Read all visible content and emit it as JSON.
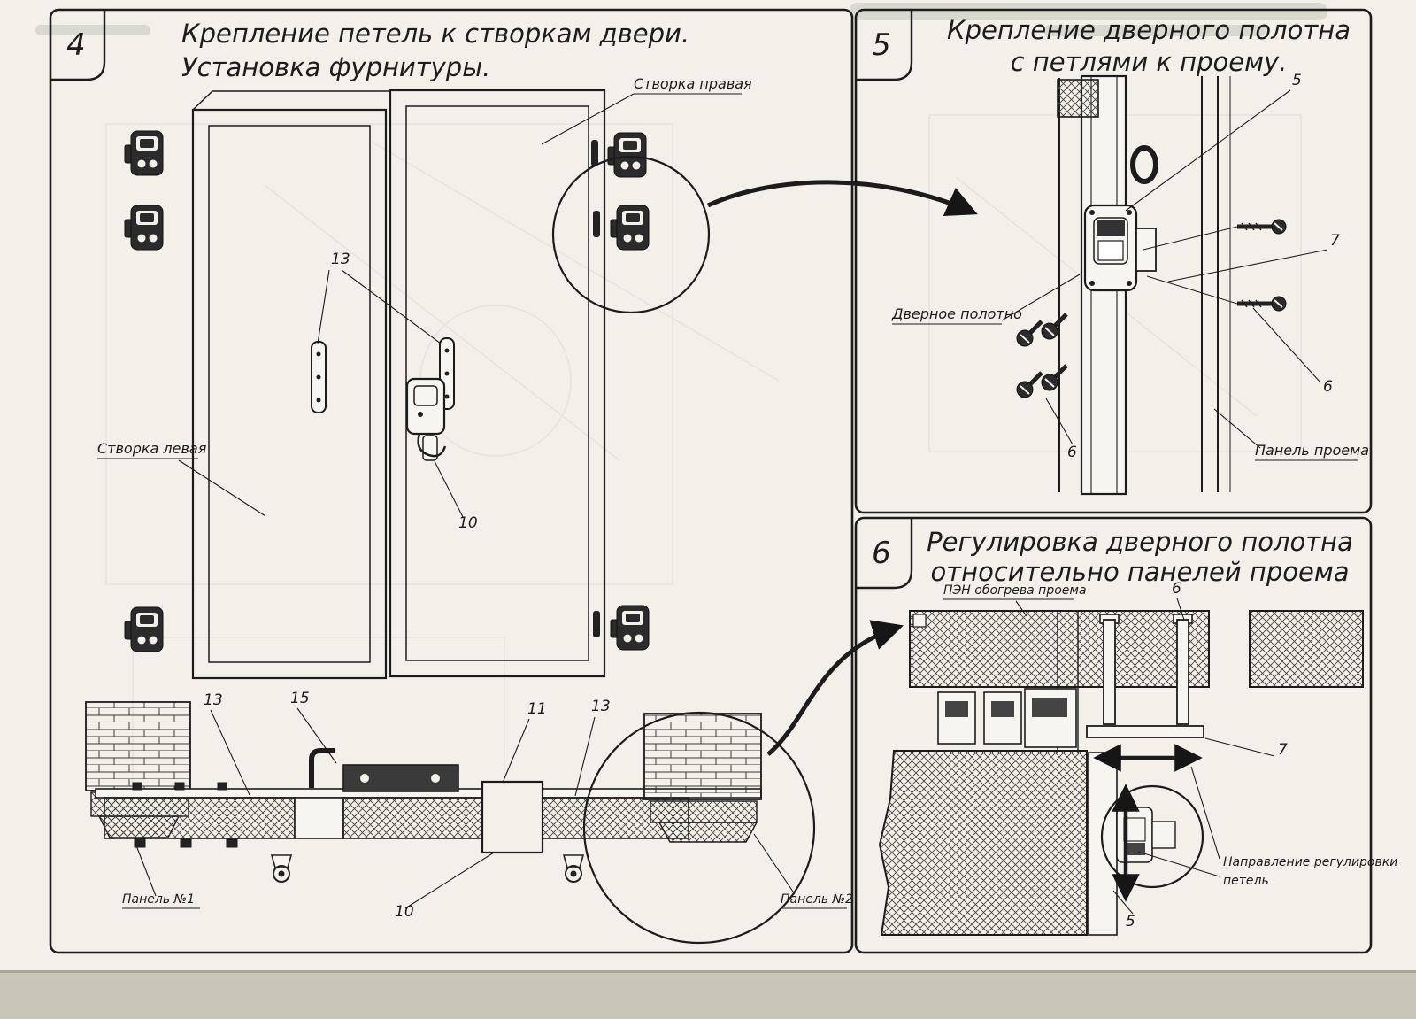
{
  "colors": {
    "paper": "#f2f0e9",
    "ink": "#1c1c1c",
    "scan_edge": "#c9c5b7"
  },
  "panels": {
    "p4": {
      "number": "4",
      "title_line1": "Крепление петель к створкам двери.",
      "title_line2": "Установка фурнитуры.",
      "label_right_leaf": "Створка правая",
      "label_left_leaf": "Створка левая",
      "label_panel1": "Панель №1",
      "label_panel2": "Панель №2",
      "callout_13_top": "13",
      "callout_10_mid": "10",
      "callout_13_left": "13",
      "callout_15": "15",
      "callout_11": "11",
      "callout_13_right": "13",
      "callout_10_bottom": "10"
    },
    "p5": {
      "number": "5",
      "title_line1": "Крепление дверного полотна",
      "title_line2": "с петлями к проему.",
      "label_door_leaf": "Дверное полотно",
      "label_opening_panel": "Панель проема",
      "callout_5": "5",
      "callout_7": "7",
      "callout_6_right": "6",
      "callout_6_left": "6"
    },
    "p6": {
      "number": "6",
      "title_line1": "Регулировка дверного полотна",
      "title_line2": "относительно панелей проема",
      "label_heater": "ПЭН обогрева проема",
      "label_direction_line1": "Направление регулировки",
      "label_direction_line2": "петель",
      "callout_6": "6",
      "callout_7": "7",
      "callout_5": "5"
    }
  }
}
